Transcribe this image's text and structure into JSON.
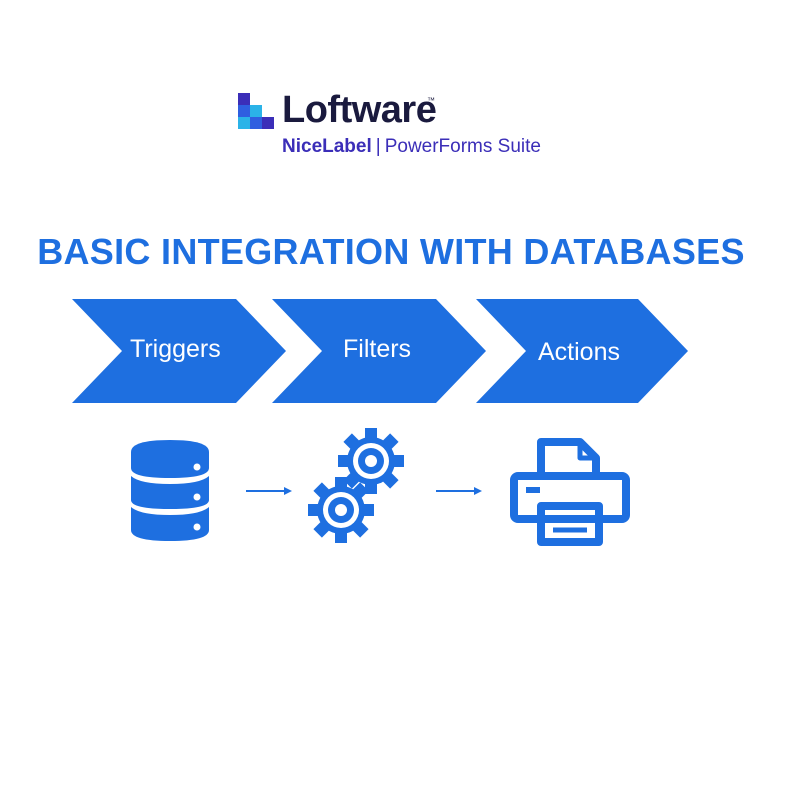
{
  "logo": {
    "wordmark": "Loftware",
    "trademark": "™",
    "product": "NiceLabel",
    "separator": "|",
    "suite": "PowerForms Suite"
  },
  "title": "BASIC INTEGRATION WITH DATABASES",
  "steps": [
    {
      "label": "Triggers",
      "icon": "database-icon"
    },
    {
      "label": "Filters",
      "icon": "gears-icon"
    },
    {
      "label": "Actions",
      "icon": "printer-icon"
    }
  ],
  "colors": {
    "accent": "#1e6fe0",
    "chevron": "#1e6fe0",
    "logo_dark": "#1a1a3e",
    "logo_purple": "#3b2eb8",
    "logo_light_blue": "#2bb3e8"
  }
}
